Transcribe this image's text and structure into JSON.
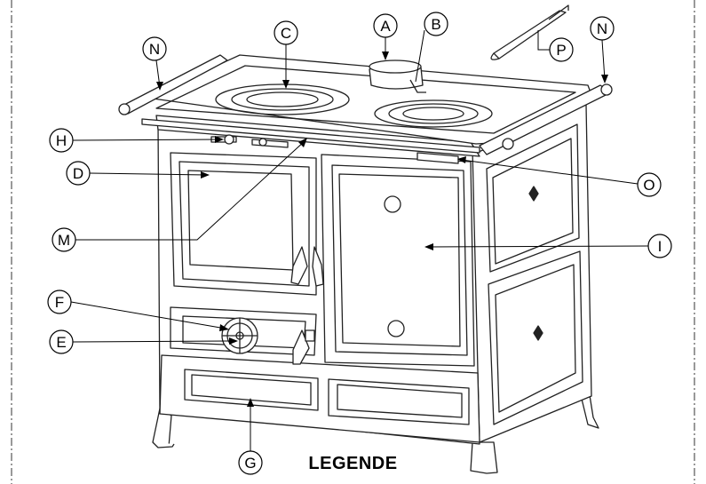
{
  "labels": {
    "a": "A",
    "b": "B",
    "c": "C",
    "d": "D",
    "e": "E",
    "f": "F",
    "g": "G",
    "h": "H",
    "i": "I",
    "m": "M",
    "n1": "N",
    "n2": "N",
    "o": "O",
    "p": "P"
  },
  "legend_title": "LEGENDE"
}
